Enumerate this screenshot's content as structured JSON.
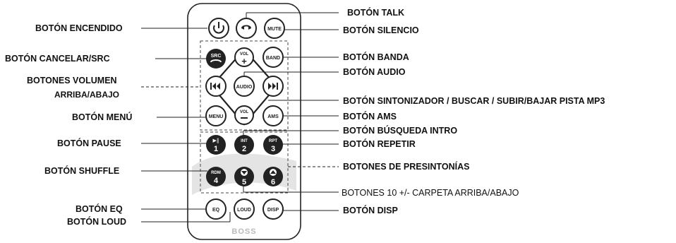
{
  "labels": {
    "encendido": "BOTÓN ENCENDIDO",
    "cancelar_src": "BOTÓN CANCELAR/SRC",
    "volumen_l1": "BOTONES VOLUMEN",
    "volumen_l2": "ARRIBA/ABAJO",
    "menu": "BOTÓN MENÚ",
    "pause": "BOTÓN PAUSE",
    "shuffle": "BOTÓN SHUFFLE",
    "eq": "BOTÓN EQ",
    "loud": "BOTÓN LOUD",
    "talk": "BOTÓN TALK",
    "silencio": "BOTÓN SILENCIO",
    "banda": "BOTÓN BANDA",
    "audio": "BOTÓN AUDIO",
    "sintonizador": "BOTÓN SINTONIZADOR / BUSCAR / SUBIR/BAJAR PISTA MP3",
    "ams": "BOTÓN AMS",
    "busqueda_intro": "BOTÓN BÚSQUEDA INTRO",
    "repetir": "BOTÓN REPETIR",
    "presintonias": "BOTONES DE PRESINTONÍAS",
    "diez_carpeta": "BOTONES 10 +/- CARPETA ARRIBA/ABAJO",
    "disp": "BOTÓN DISP"
  },
  "remote": {
    "brand": "BOSS",
    "keys": {
      "mute": "MUTE",
      "src": "SRC",
      "vol": "VOL",
      "band": "BAND",
      "audio": "AUDIO",
      "menu": "MENU",
      "ams": "AMS",
      "int": "INT",
      "rpt": "RPT",
      "rdm": "RDM",
      "eq": "EQ",
      "loud": "LOUD",
      "disp": "DISP",
      "n1": "1",
      "n2": "2",
      "n3": "3",
      "n4": "4",
      "n5": "5",
      "n6": "6"
    }
  }
}
